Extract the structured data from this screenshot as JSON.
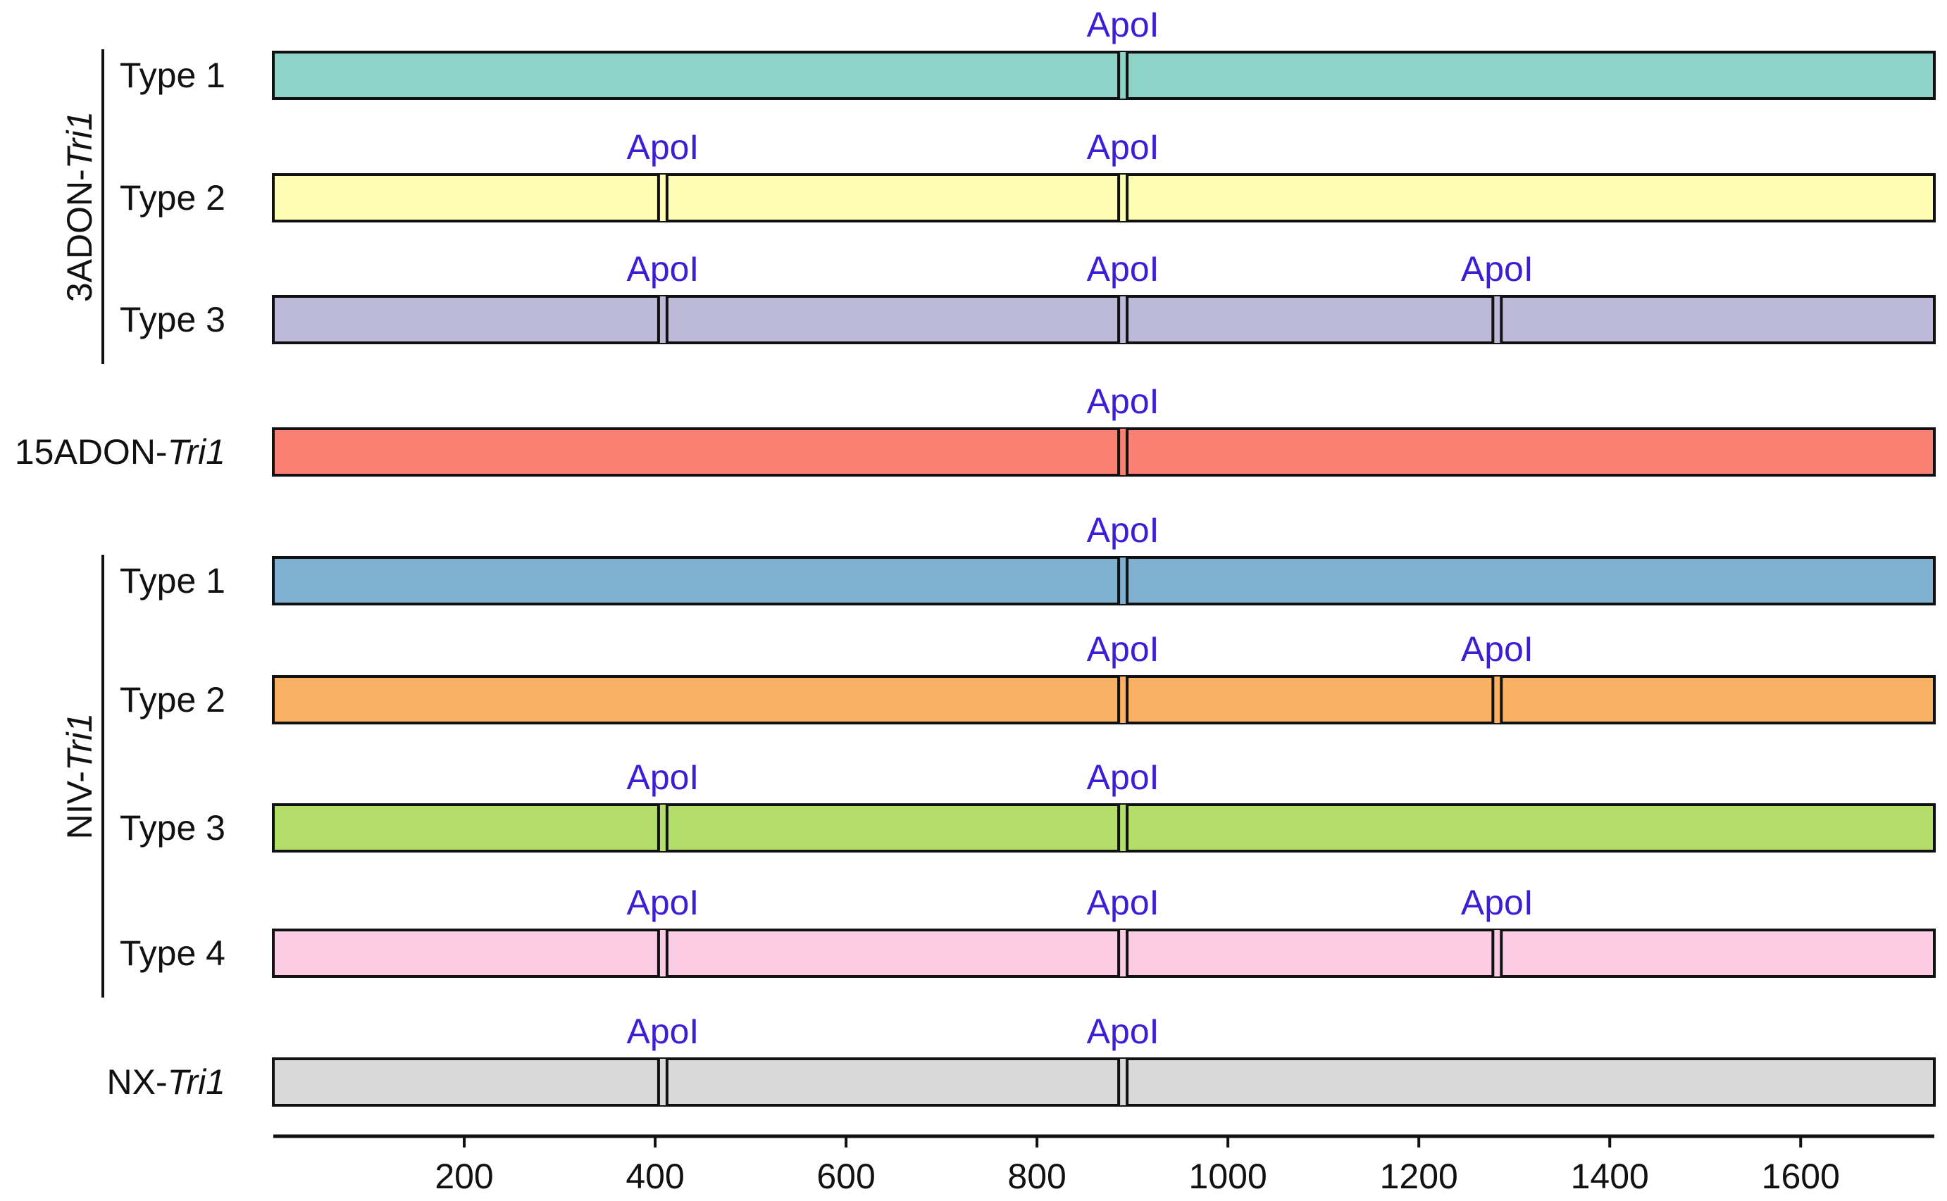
{
  "chart_data": {
    "type": "gene-map",
    "xaxis": {
      "min": 0,
      "max": 1740,
      "ticks": [
        200,
        400,
        600,
        800,
        1000,
        1200,
        1400,
        1600
      ]
    },
    "enzyme": "ApoI",
    "site_color": "#3a1fd6",
    "groups": [
      {
        "label_main": "3ADON-",
        "label_italic": "Tri1",
        "rows": [
          0,
          1,
          2
        ]
      },
      {
        "label_main": "NIV-",
        "label_italic": "Tri1",
        "rows": [
          4,
          5,
          6,
          7
        ]
      }
    ],
    "rows": [
      {
        "label": "Type 1",
        "color": "#8ed3c8",
        "sites": [
          890
        ]
      },
      {
        "label": "Type 2",
        "color": "#fdfdb3",
        "sites": [
          408,
          890
        ]
      },
      {
        "label": "Type 3",
        "color": "#bdb9d9",
        "sites": [
          408,
          890,
          1282
        ]
      },
      {
        "label_main": "15ADON-",
        "label_italic": "Tri1",
        "color": "#f98072",
        "sites": [
          890
        ]
      },
      {
        "label": "Type 1",
        "color": "#7fb0d2",
        "sites": [
          890
        ]
      },
      {
        "label": "Type 2",
        "color": "#fbb163",
        "sites": [
          890,
          1282
        ]
      },
      {
        "label": "Type 3",
        "color": "#b3de6a",
        "sites": [
          408,
          890
        ]
      },
      {
        "label": "Type 4",
        "color": "#fccce5",
        "sites": [
          408,
          890,
          1282
        ]
      },
      {
        "label_main": "NX-",
        "label_italic": "Tri1",
        "color": "#d9d9d9",
        "sites": [
          408,
          890
        ]
      }
    ]
  }
}
